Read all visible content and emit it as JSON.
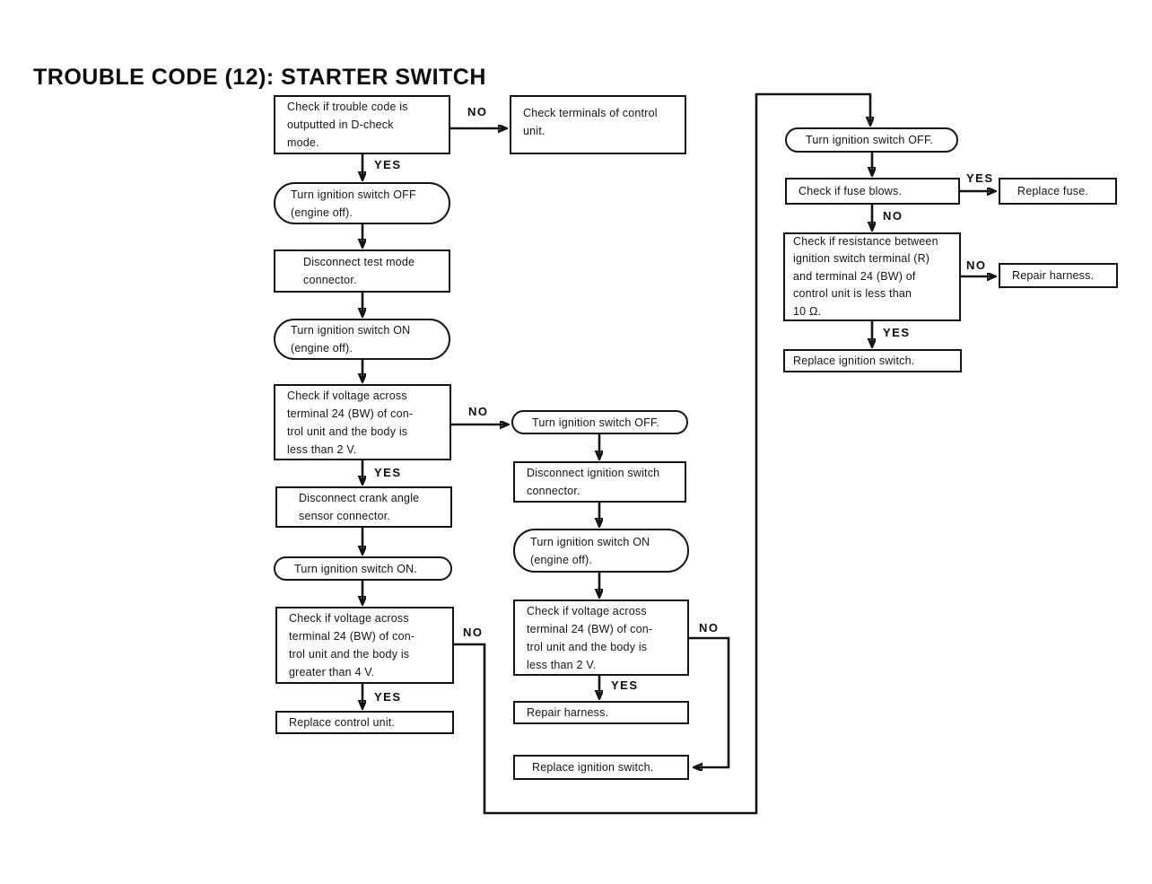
{
  "title": "TROUBLE CODE (12): STARTER SWITCH",
  "labels": {
    "yes": "YES",
    "no": "NO"
  },
  "nodes": {
    "check_trouble_code": "Check if trouble code is\noutputted in D-check\nmode.",
    "check_terminals": "Check terminals of control\nunit.",
    "ign_off_engine_off": "Turn ignition switch OFF\n(engine off).",
    "disconnect_test_mode": "Disconnect test mode\nconnector.",
    "ign_on_engine_off": "Turn ignition switch ON\n(engine off).",
    "check_voltage_lt2": "Check if voltage across\nterminal 24 (BW) of con-\ntrol unit and the body is\nless than 2 V.",
    "disconnect_crank": "Disconnect crank angle\nsensor connector.",
    "ign_on": "Turn ignition switch ON.",
    "check_voltage_gt4": "Check if voltage across\nterminal 24 (BW) of con-\ntrol unit and the body is\ngreater than 4 V.",
    "replace_control_unit": "Replace control unit.",
    "ign_off_mid": "Turn ignition switch OFF.",
    "disconnect_ign_switch": "Disconnect ignition switch\nconnector.",
    "ign_on_engine_off_mid": "Turn ignition switch ON\n(engine off).",
    "check_voltage_lt2_mid": "Check if voltage across\nterminal 24 (BW) of con-\ntrol unit and the body is\nless than 2 V.",
    "repair_harness_mid": "Repair harness.",
    "replace_ign_switch_mid": "Replace ignition switch.",
    "ign_off_right": "Turn ignition switch OFF.",
    "check_fuse": "Check if fuse blows.",
    "replace_fuse": "Replace fuse.",
    "check_resistance": "Check if resistance between\nignition switch terminal (R)\nand terminal 24 (BW) of\ncontrol unit is less than\n10 Ω.",
    "repair_harness_right": "Repair harness.",
    "replace_ign_switch_right": "Replace ignition switch."
  }
}
